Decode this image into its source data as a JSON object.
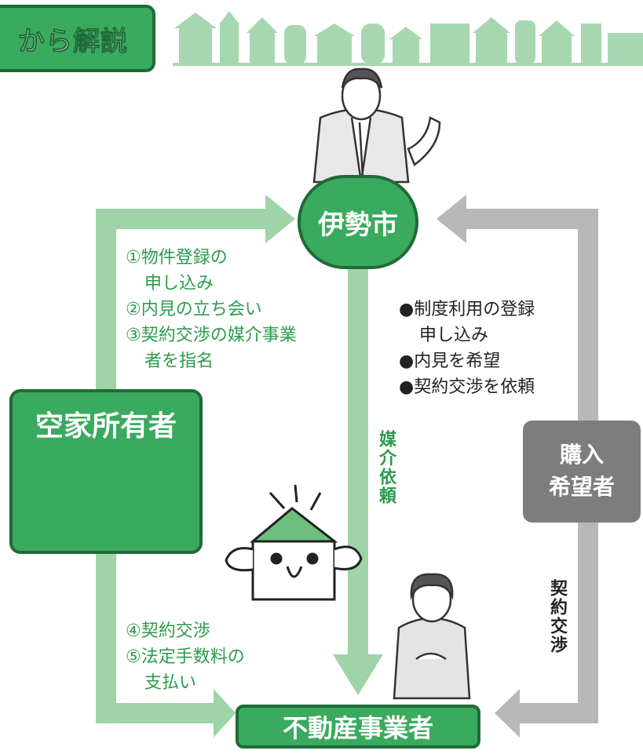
{
  "header": {
    "title": "から解説"
  },
  "nodes": {
    "city": "伊勢市",
    "owner": "空家所有者",
    "buyer_line1": "購入",
    "buyer_line2": "希望者",
    "agent": "不動産事業者"
  },
  "owner_to_city_steps": [
    "①物件登録の",
    "申し込み",
    "②内見の立ち会い",
    "③契約交渉の媒介事業",
    "者を指名"
  ],
  "buyer_to_city_steps": [
    "●制度利用の登録",
    "申し込み",
    "●内見を希望",
    "●契約交渉を依頼"
  ],
  "city_to_agent_label": "媒介依頼",
  "buyer_to_agent_label": "契約交渉",
  "owner_to_agent_steps": [
    "④契約交渉",
    "⑤法定手数料の",
    "支払い"
  ],
  "colors": {
    "green": "#3aaa5e",
    "dark_green": "#1f6b38",
    "light_green": "#9fd3a8",
    "gray": "#7d7d7d",
    "light_gray": "#b8b8b8"
  }
}
